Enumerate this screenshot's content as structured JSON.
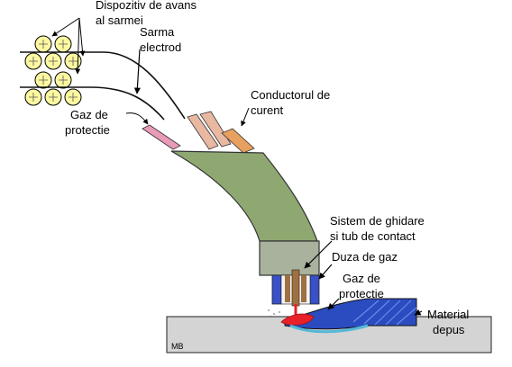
{
  "labels": {
    "wire_feeder_l1": "Dispozitiv de avans",
    "wire_feeder_l2": "al sarmei",
    "electrode_wire_l1": "Sarma",
    "electrode_wire_l2": "electrod",
    "shield_gas_top_l1": "Gaz de",
    "shield_gas_top_l2": "protectie",
    "current_cable_l1": "Conductorul de",
    "current_cable_l2": "curent",
    "guide_system_l1": "Sistem de ghidare",
    "guide_system_l2": "si tub de contact",
    "gas_nozzle": "Duza de gaz",
    "shield_gas_bottom_l1": "Gaz de",
    "shield_gas_bottom_l2": "protectie",
    "deposited_material_l1": "Material",
    "deposited_material_l2": "depus",
    "base_material": "MB"
  },
  "colors": {
    "torch_body": "#8fa872",
    "torch_neck": "#a8b29c",
    "shield_cable": "#e89ab8",
    "wire_cable": "#e8b8a0",
    "current_cable": "#e8a060",
    "nozzle_blue": "#3850c8",
    "contact_tube": "#a07040",
    "roller": "#fdf8a0",
    "base_plate": "#d4d4d4",
    "weld_bead": "#2a4cc0",
    "arc": "#e8202a"
  }
}
